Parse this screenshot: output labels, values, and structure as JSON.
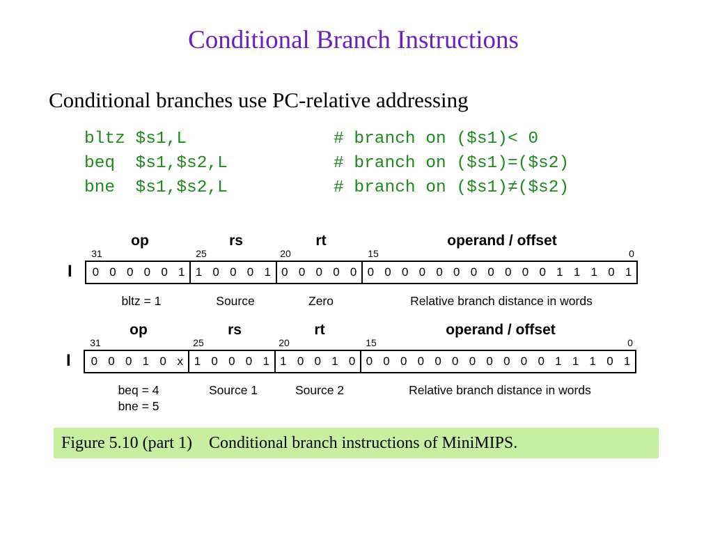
{
  "title": "Conditional Branch Instructions",
  "subtitle": "Conditional branches use PC-relative addressing",
  "code": [
    {
      "instr": "bltz $s1,L",
      "comment": "# branch on ($s1)< 0"
    },
    {
      "instr": "beq  $s1,$s2,L",
      "comment": "# branch on ($s1)=($s2)"
    },
    {
      "instr": "bne  $s1,$s2,L",
      "comment": "# branch on ($s1)≠($s2)"
    }
  ],
  "formats": [
    {
      "letter": "I",
      "field_names": [
        "op",
        "rs",
        "rt",
        "operand / offset"
      ],
      "bit_positions": [
        "31",
        "25",
        "20",
        "15",
        "0"
      ],
      "bits": [
        "0",
        "0",
        "0",
        "0",
        "0",
        "1",
        "1",
        "0",
        "0",
        "0",
        "1",
        "0",
        "0",
        "0",
        "0",
        "0",
        "0",
        "0",
        "0",
        "0",
        "0",
        "0",
        "0",
        "0",
        "0",
        "0",
        "0",
        "1",
        "1",
        "1",
        "0",
        "1"
      ],
      "descriptions": [
        "bltz = 1",
        "Source",
        "Zero",
        "Relative branch distance in words"
      ],
      "descriptions_2": [
        "",
        "",
        "",
        ""
      ]
    },
    {
      "letter": "I",
      "field_names": [
        "op",
        "rs",
        "rt",
        "operand / offset"
      ],
      "bit_positions": [
        "31",
        "25",
        "20",
        "15",
        "0"
      ],
      "bits": [
        "0",
        "0",
        "0",
        "1",
        "0",
        "x",
        "1",
        "0",
        "0",
        "0",
        "1",
        "1",
        "0",
        "0",
        "1",
        "0",
        "0",
        "0",
        "0",
        "0",
        "0",
        "0",
        "0",
        "0",
        "0",
        "0",
        "0",
        "1",
        "1",
        "1",
        "0",
        "1"
      ],
      "descriptions": [
        "beq = 4",
        "Source 1",
        "Source 2",
        "Relative branch distance in words"
      ],
      "descriptions_2": [
        "bne = 5",
        "",
        "",
        ""
      ]
    }
  ],
  "caption": "Figure 5.10 (part 1)    Conditional branch instructions of MiniMIPS."
}
